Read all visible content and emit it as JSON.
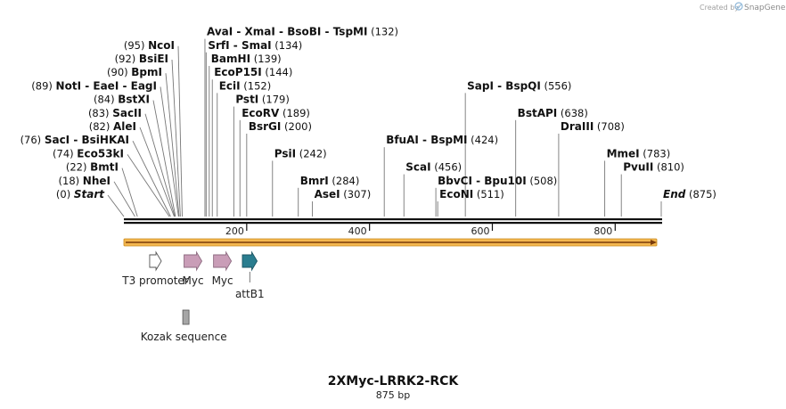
{
  "credit": {
    "created_by": "Created by",
    "brand": "SnapGene"
  },
  "sequence": {
    "name": "2XMyc-LRRK2-RCK",
    "length_label": "875 bp",
    "length": 875
  },
  "axis_ticks": [
    {
      "bp": 200,
      "label": "200"
    },
    {
      "bp": 400,
      "label": "400"
    },
    {
      "bp": 600,
      "label": "600"
    },
    {
      "bp": 800,
      "label": "800"
    }
  ],
  "sites": [
    {
      "label_names": [
        "Start"
      ],
      "pos": 0,
      "row": 0,
      "italic": true
    },
    {
      "label_names": [
        "NheI"
      ],
      "pos": 18,
      "row": 1
    },
    {
      "label_names": [
        "BmtI"
      ],
      "pos": 22,
      "row": 2
    },
    {
      "label_names": [
        "Eco53kI"
      ],
      "pos": 74,
      "row": 3
    },
    {
      "label_names": [
        "SacI",
        "BsiHKAI"
      ],
      "pos": 76,
      "row": 4
    },
    {
      "label_names": [
        "AleI"
      ],
      "pos": 82,
      "row": 5
    },
    {
      "label_names": [
        "SacII"
      ],
      "pos": 83,
      "row": 6
    },
    {
      "label_names": [
        "BstXI"
      ],
      "pos": 84,
      "row": 7
    },
    {
      "label_names": [
        "NotI",
        "EaeI",
        "EagI"
      ],
      "pos": 89,
      "row": 8
    },
    {
      "label_names": [
        "BpmI"
      ],
      "pos": 90,
      "row": 9
    },
    {
      "label_names": [
        "BsiEI"
      ],
      "pos": 92,
      "row": 10
    },
    {
      "label_names": [
        "NcoI"
      ],
      "pos": 95,
      "row": 11
    },
    {
      "label_names": [
        "AvaI",
        "XmaI",
        "BsoBI",
        "TspMI"
      ],
      "pos": 132,
      "row": 12
    },
    {
      "label_names": [
        "SrfI",
        "SmaI"
      ],
      "pos": 134,
      "row": 11
    },
    {
      "label_names": [
        "BamHI"
      ],
      "pos": 139,
      "row": 10
    },
    {
      "label_names": [
        "EcoP15I"
      ],
      "pos": 144,
      "row": 9
    },
    {
      "label_names": [
        "EciI"
      ],
      "pos": 152,
      "row": 8
    },
    {
      "label_names": [
        "PstI"
      ],
      "pos": 179,
      "row": 7
    },
    {
      "label_names": [
        "EcoRV"
      ],
      "pos": 189,
      "row": 6
    },
    {
      "label_names": [
        "BsrGI"
      ],
      "pos": 200,
      "row": 5
    },
    {
      "label_names": [
        "PsiI"
      ],
      "pos": 242,
      "row": 3
    },
    {
      "label_names": [
        "BmrI"
      ],
      "pos": 284,
      "row": 1
    },
    {
      "label_names": [
        "AseI"
      ],
      "pos": 307,
      "row": 0
    },
    {
      "label_names": [
        "BfuAI",
        "BspMI"
      ],
      "pos": 424,
      "row": 4
    },
    {
      "label_names": [
        "ScaI"
      ],
      "pos": 456,
      "row": 2
    },
    {
      "label_names": [
        "BbvCI",
        "Bpu10I"
      ],
      "pos": 508,
      "row": 1
    },
    {
      "label_names": [
        "EcoNI"
      ],
      "pos": 511,
      "row": 0
    },
    {
      "label_names": [
        "SapI",
        "BspQI"
      ],
      "pos": 556,
      "row": 8
    },
    {
      "label_names": [
        "BstAPI"
      ],
      "pos": 638,
      "row": 6
    },
    {
      "label_names": [
        "DraIII"
      ],
      "pos": 708,
      "row": 5
    },
    {
      "label_names": [
        "MmeI"
      ],
      "pos": 783,
      "row": 3
    },
    {
      "label_names": [
        "PvuII"
      ],
      "pos": 810,
      "row": 2
    },
    {
      "label_names": [
        "End"
      ],
      "pos": 875,
      "row": 0,
      "italic": true
    }
  ],
  "features": [
    {
      "name": "T3 promoter",
      "color": "#ffffff",
      "type": "promoter",
      "start": 42,
      "end": 61
    },
    {
      "name": "Myc",
      "color": "#c99db7",
      "type": "tag",
      "start": 98,
      "end": 127
    },
    {
      "name": "Myc",
      "color": "#c99db7",
      "type": "tag",
      "start": 146,
      "end": 175
    },
    {
      "name": "attB1",
      "color": "#2a7d8f",
      "type": "recomb",
      "start": 193,
      "end": 217
    },
    {
      "name": "Kozak sequence",
      "color": "#a6a6a6",
      "type": "kozak",
      "start": 93,
      "end": 102
    }
  ],
  "orf": {
    "start": 0,
    "end": 875,
    "color": "#f4b74f",
    "border": "#c98a1e",
    "arrow": "#7a3b0a"
  },
  "colors": {
    "backbone": "#111111",
    "cut_line": "#777777"
  }
}
